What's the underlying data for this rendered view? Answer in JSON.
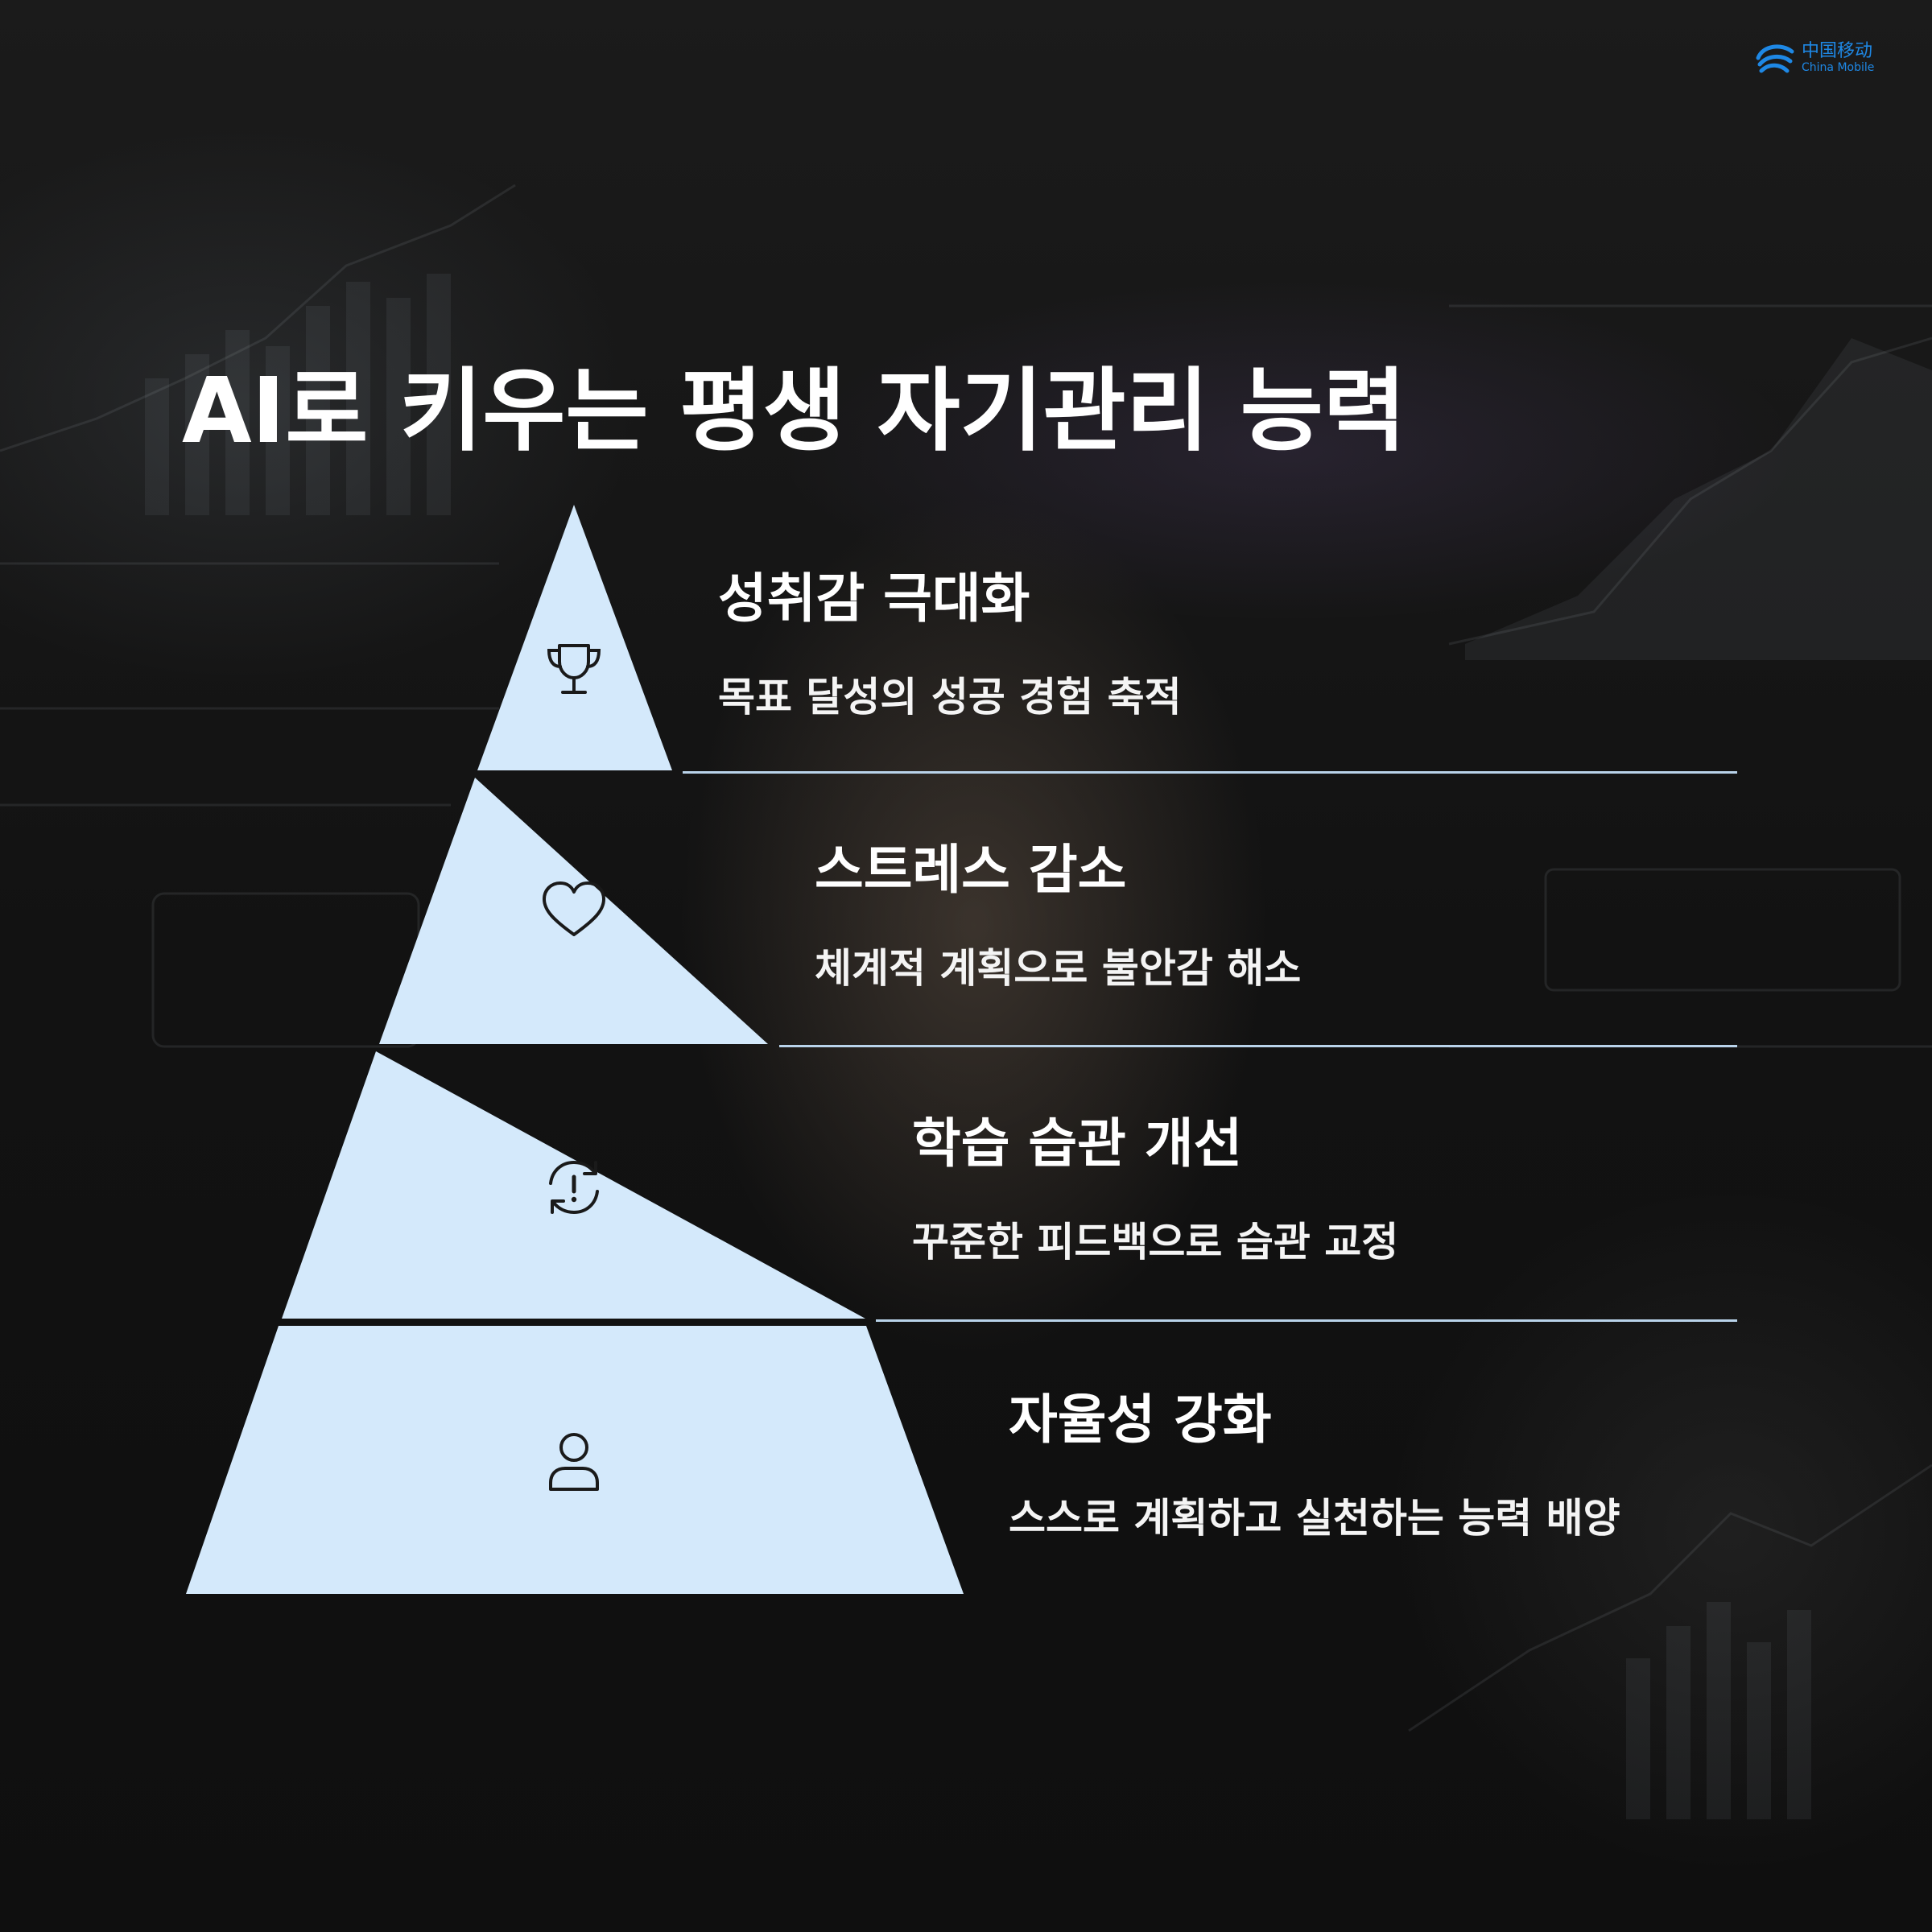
{
  "title": "AI로 키우는 평생 자기관리 능력",
  "brand": {
    "name_cn": "中国移动",
    "name_en": "China Mobile",
    "color": "#1e88e5"
  },
  "pyramid_fill": "#d4e9fb",
  "divider_color": "#b9d3ea",
  "levels": [
    {
      "title": "성취감 극대화",
      "description": "목표 달성의 성공 경험 축적",
      "icon": "trophy-icon"
    },
    {
      "title": "스트레스 감소",
      "description": "체계적 계획으로 불안감 해소",
      "icon": "heart-icon"
    },
    {
      "title": "학습 습관 개선",
      "description": "꾸준한 피드백으로 습관 교정",
      "icon": "refresh-alert-icon"
    },
    {
      "title": "자율성 강화",
      "description": "스스로 계획하고 실천하는 능력 배양",
      "icon": "user-icon"
    }
  ]
}
